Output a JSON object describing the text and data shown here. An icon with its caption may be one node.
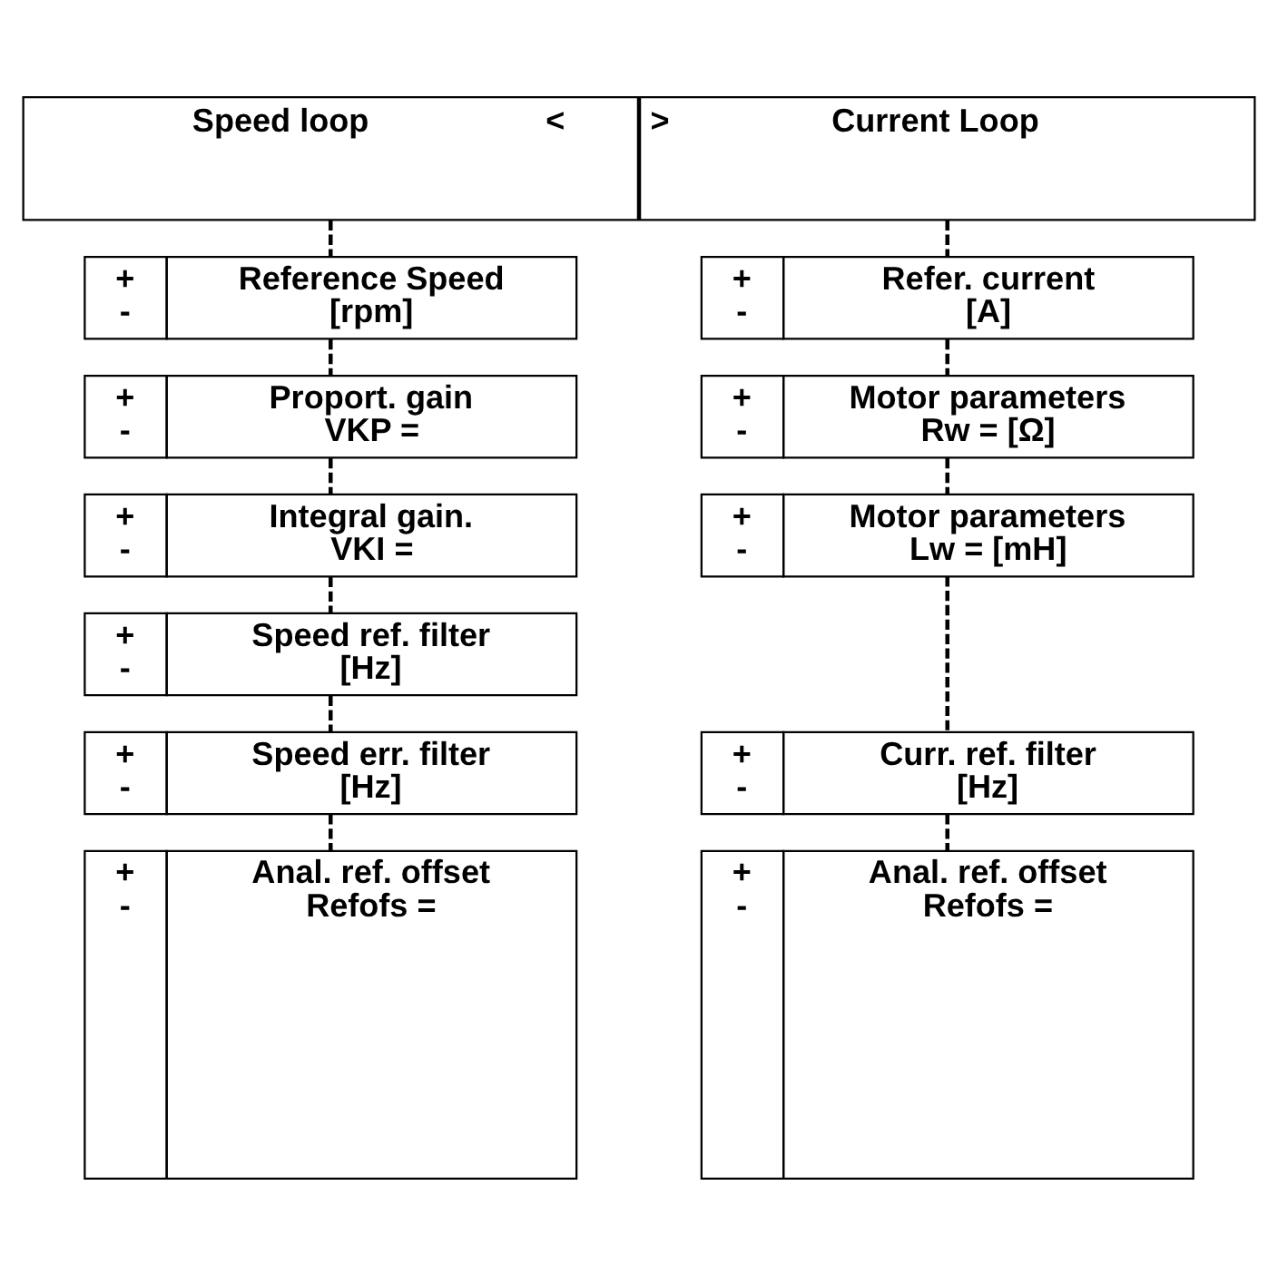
{
  "diagram": {
    "nodes": [
      {
        "text": [
          "Speed loop",
          "<"
        ]
      },
      {
        "text": [
          ">",
          "Current Loop"
        ]
      },
      {
        "text": [
          "+",
          "-",
          "Reference Speed",
          "[rpm]"
        ]
      },
      {
        "text": [
          "+",
          "-",
          "Proport. gain",
          "VKP ="
        ]
      },
      {
        "text": [
          "+",
          "-",
          "Integral gain.",
          "VKI ="
        ]
      },
      {
        "text": [
          "+",
          "-",
          "Speed ref. filter",
          "[Hz]"
        ]
      },
      {
        "text": [
          "+",
          "-",
          "Speed err. filter",
          "[Hz]"
        ]
      },
      {
        "text": [
          "+",
          "-",
          "Anal. ref. offset",
          "Refofs ="
        ]
      },
      {
        "text": [
          "+",
          "-",
          "Refer. current",
          "[A]"
        ]
      },
      {
        "text": [
          "+",
          "-",
          "Motor parameters",
          "Rw = [Ω]"
        ]
      },
      {
        "text": [
          "+",
          "-",
          "Motor parameters",
          "Lw = [mH]"
        ]
      },
      {
        "text": [
          "+",
          "-",
          "Curr. ref. filter",
          "[Hz]"
        ]
      },
      {
        "text": [
          "+",
          "-",
          "Anal. ref. offset",
          "Refofs ="
        ]
      }
    ],
    "edges": [
      {
        "from": 0,
        "to": 2,
        "arrow": "none",
        "style": "dashed"
      },
      {
        "from": 2,
        "to": 3,
        "arrow": "none",
        "style": "dashed"
      },
      {
        "from": 3,
        "to": 4,
        "arrow": "none",
        "style": "dashed"
      },
      {
        "from": 4,
        "to": 5,
        "arrow": "none",
        "style": "dashed"
      },
      {
        "from": 5,
        "to": 6,
        "arrow": "none",
        "style": "dashed"
      },
      {
        "from": 6,
        "to": 7,
        "arrow": "none",
        "style": "dashed"
      },
      {
        "from": 1,
        "to": 8,
        "arrow": "none",
        "style": "dashed"
      },
      {
        "from": 8,
        "to": 9,
        "arrow": "none",
        "style": "dashed"
      },
      {
        "from": 9,
        "to": 10,
        "arrow": "none",
        "style": "dashed"
      },
      {
        "from": 10,
        "to": 11,
        "arrow": "none",
        "style": "dashed"
      },
      {
        "from": 11,
        "to": 12,
        "arrow": "none",
        "style": "dashed"
      }
    ]
  }
}
